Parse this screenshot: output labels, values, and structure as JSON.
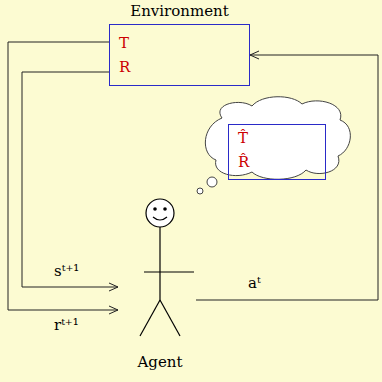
{
  "diagram": {
    "nodes": [
      {
        "text": [
          "Environment",
          "T",
          "R"
        ]
      },
      {
        "text": [
          "T̂",
          "R̂"
        ]
      },
      {
        "text": [
          "Agent"
        ]
      }
    ],
    "edges": [
      {
        "from": 0,
        "to": 2,
        "label": "sᵗ⁺¹",
        "arrow": "to"
      },
      {
        "from": 0,
        "to": 2,
        "label": "rᵗ⁺¹",
        "arrow": "to"
      },
      {
        "from": 2,
        "to": 0,
        "label": "aᵗ",
        "arrow": "to"
      }
    ]
  }
}
